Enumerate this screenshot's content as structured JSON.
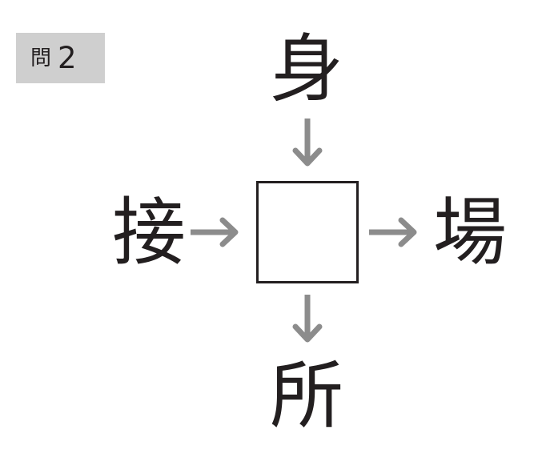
{
  "label": {
    "kanji": "問",
    "number": "2"
  },
  "puzzle": {
    "top": "身",
    "left": "接",
    "right": "場",
    "bottom": "所",
    "answer_box": ""
  },
  "colors": {
    "ink": "#231f20",
    "arrow": "#8c8c8c",
    "label_background": "#cfcfcf"
  }
}
